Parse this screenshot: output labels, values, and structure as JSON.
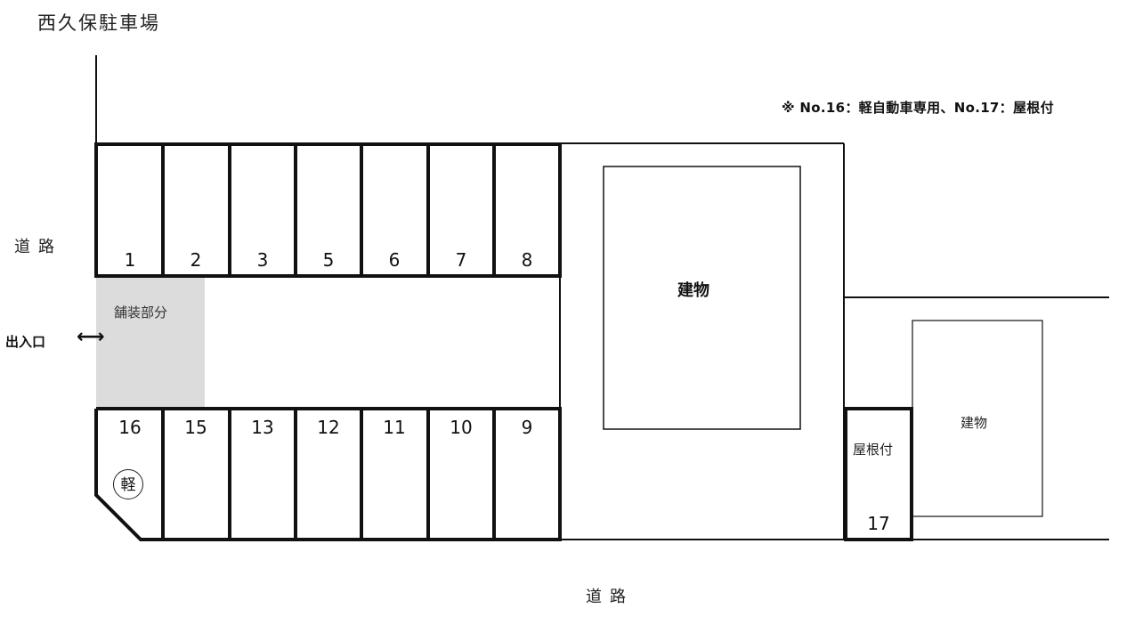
{
  "title": "西久保駐車場",
  "note": "※ No.16：軽自動車専用、No.17：屋根付",
  "roads": {
    "left": "道路",
    "bottom": "道路"
  },
  "entrance": {
    "label": "出入口",
    "arrow": "⟷"
  },
  "paved_area": {
    "label": "舗装部分",
    "color": "#dcdcdc"
  },
  "top_row_slots": [
    "1",
    "2",
    "3",
    "5",
    "6",
    "7",
    "8"
  ],
  "bottom_row_slots": [
    "16",
    "15",
    "13",
    "12",
    "11",
    "10",
    "9"
  ],
  "slot16_badge": "軽",
  "slot17": {
    "number": "17",
    "label": "屋根付"
  },
  "buildings": {
    "main": "建物",
    "secondary": "建物"
  }
}
